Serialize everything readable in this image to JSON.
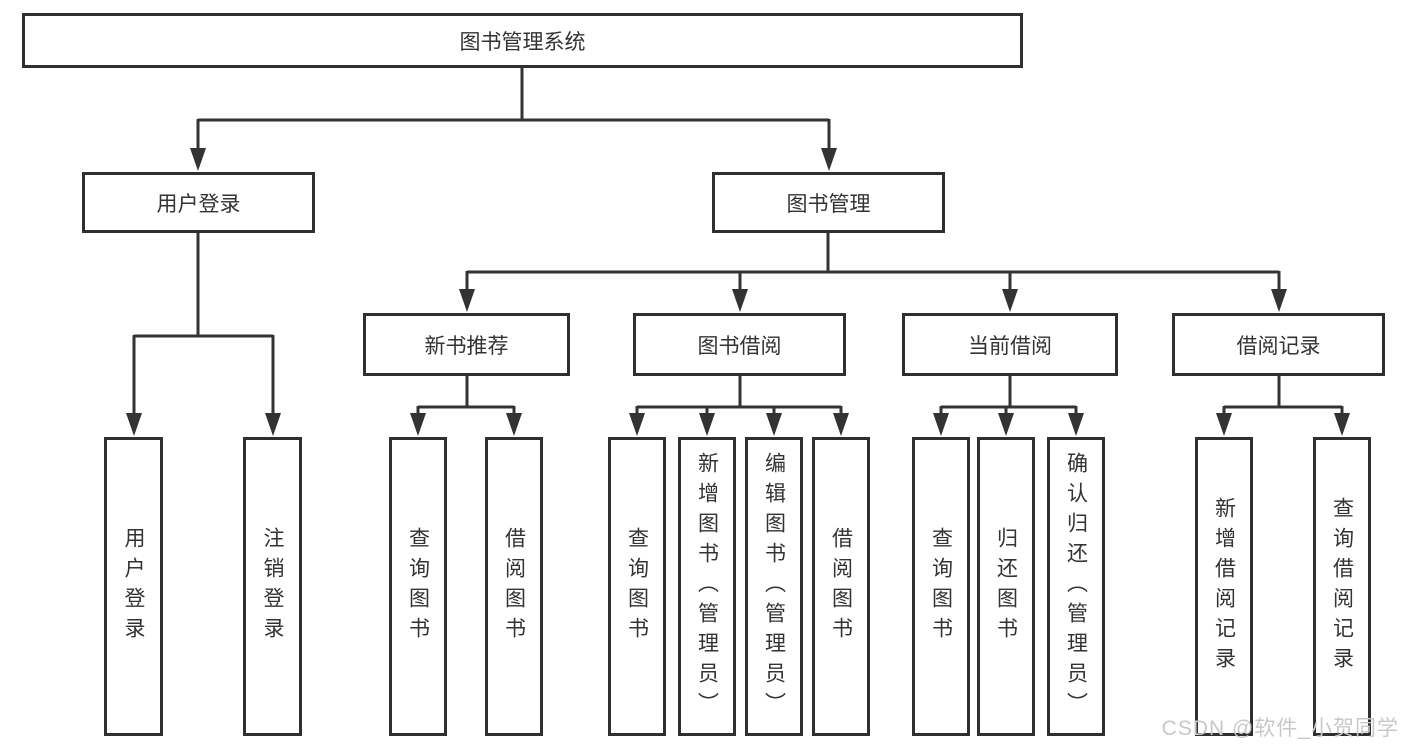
{
  "diagram": {
    "root": {
      "label": "图书管理系统"
    },
    "children": [
      {
        "label": "用户登录",
        "children": [
          {
            "label": "用户登录"
          },
          {
            "label": "注销登录"
          }
        ]
      },
      {
        "label": "图书管理",
        "children": [
          {
            "label": "新书推荐",
            "children": [
              {
                "label": "查询图书"
              },
              {
                "label": "借阅图书"
              }
            ]
          },
          {
            "label": "图书借阅",
            "children": [
              {
                "label": "查询图书"
              },
              {
                "label": "新增图书（管理员）"
              },
              {
                "label": "编辑图书（管理员）"
              },
              {
                "label": "借阅图书"
              }
            ]
          },
          {
            "label": "当前借阅",
            "children": [
              {
                "label": "查询图书"
              },
              {
                "label": "归还图书"
              },
              {
                "label": "确认归还（管理员）"
              }
            ]
          },
          {
            "label": "借阅记录",
            "children": [
              {
                "label": "新增借阅记录"
              },
              {
                "label": "查询借阅记录"
              }
            ]
          }
        ]
      }
    ]
  },
  "watermark": {
    "text": "CSDN @软件_小贺同学"
  },
  "colors": {
    "line": "#333333",
    "box_border": "#2f2f2f",
    "text": "#333333",
    "background": "#ffffff",
    "watermark": "#c8c8c8"
  }
}
